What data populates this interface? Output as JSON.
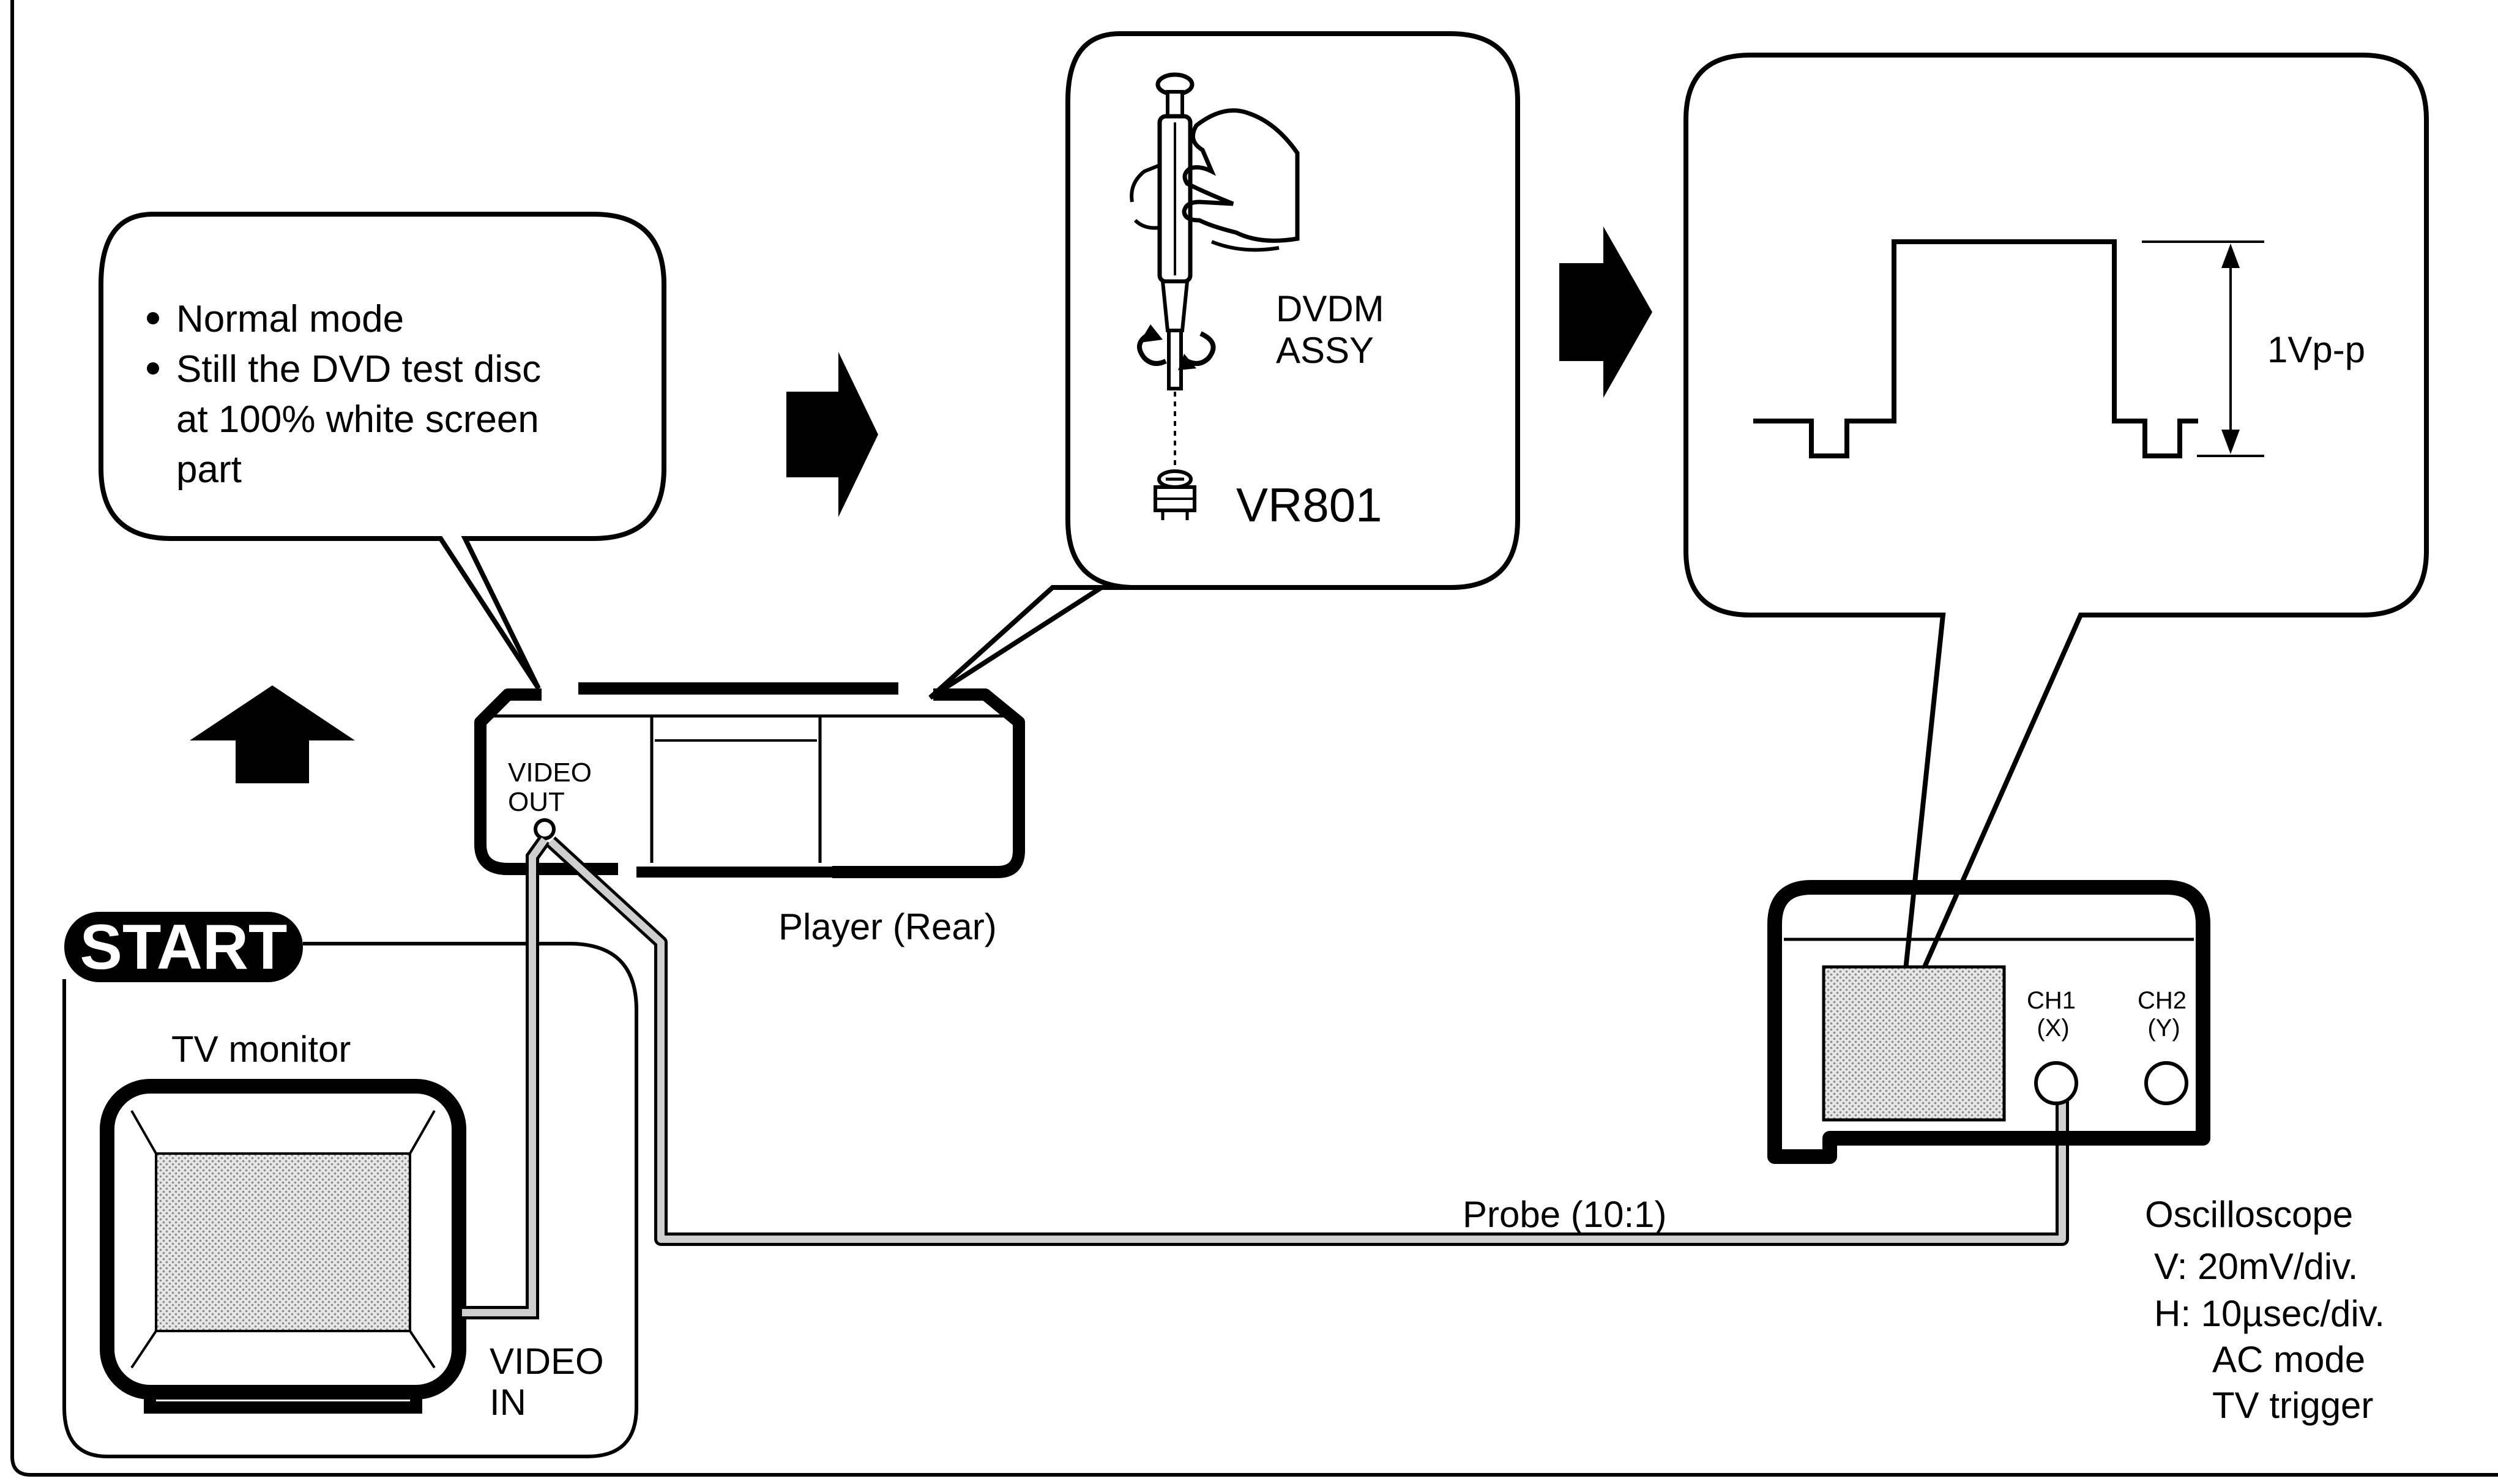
{
  "conditions": {
    "items": [
      "Normal mode",
      "Still the DVD test disc",
      "at 100% white screen",
      "part"
    ]
  },
  "adjustment": {
    "assembly": [
      "DVDM",
      "ASSY"
    ],
    "control": "VR801"
  },
  "waveform": {
    "amplitude_label": "1Vp-p"
  },
  "player": {
    "jack": [
      "VIDEO",
      "OUT"
    ],
    "caption": "Player (Rear)"
  },
  "start_badge": "START",
  "tv": {
    "caption": "TV monitor",
    "input": [
      "VIDEO",
      "IN"
    ]
  },
  "probe": {
    "label": "Probe (10:1)"
  },
  "oscilloscope": {
    "ch1": [
      "CH1",
      "(X)"
    ],
    "ch2": [
      "CH2",
      "(Y)"
    ],
    "title": "Oscilloscope",
    "settings": [
      "V: 20mV/div.",
      "H: 10µsec/div.",
      "AC mode",
      "TV trigger"
    ]
  }
}
